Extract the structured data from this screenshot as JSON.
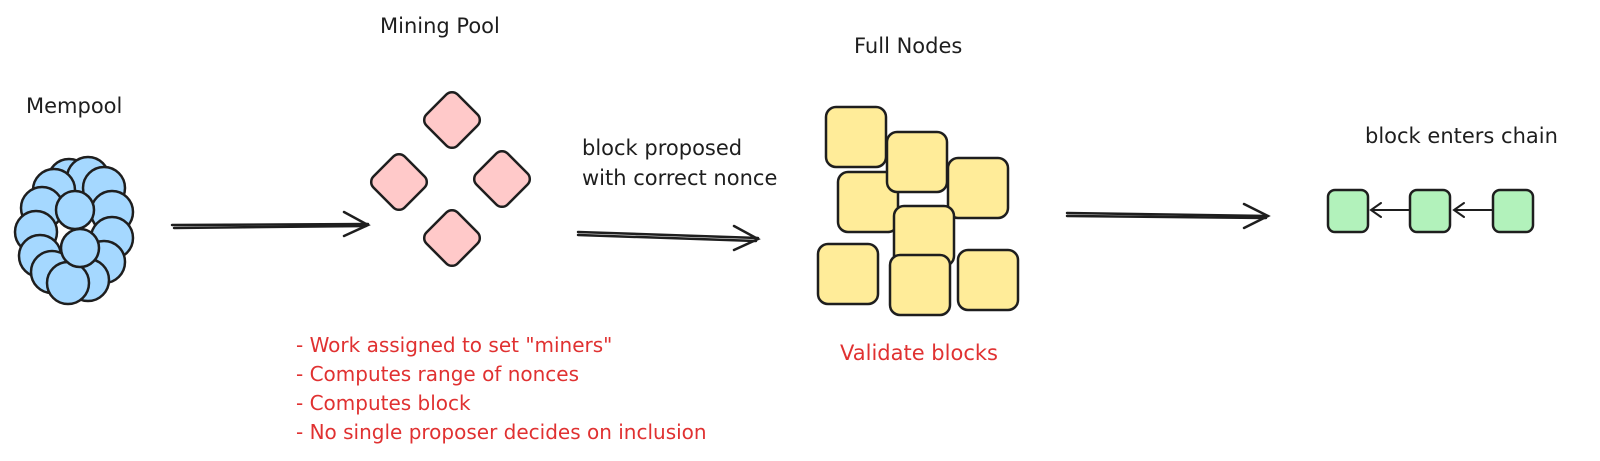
{
  "labels": {
    "mempool": "Mempool",
    "mining_pool": "Mining Pool",
    "full_nodes": "Full Nodes",
    "block_proposed_line1": "block proposed",
    "block_proposed_line2": "with correct nonce",
    "block_enters_chain": "block enters chain",
    "validate_blocks": "Validate blocks"
  },
  "mining_pool_notes": [
    "- Work assigned to set \"miners\"",
    "- Computes range of nonces",
    "- Computes block",
    "- No single proposer decides on inclusion"
  ],
  "colors": {
    "ink": "#1e1e1e",
    "mempool_fill": "#a5d8ff",
    "mining_fill": "#ffc9c9",
    "node_fill": "#ffec99",
    "chain_fill": "#b2f2bb",
    "annotation": "#e03131"
  }
}
